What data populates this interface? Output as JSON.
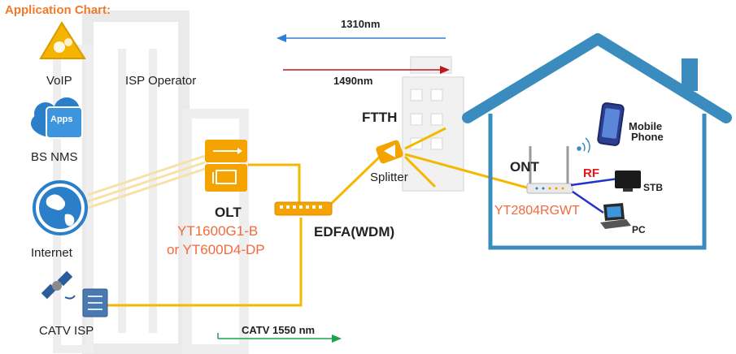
{
  "title": "Application Chart:",
  "left_sources": {
    "voip": "VoIP",
    "isp_operator": "ISP Operator",
    "apps_badge": "Apps",
    "bs_nms": "BS NMS",
    "internet": "Internet",
    "catv_isp": "CATV ISP"
  },
  "olt": {
    "label": "OLT",
    "model_1": "YT1600G1-B",
    "model_2": "or YT600D4-DP"
  },
  "edfa": {
    "label": "EDFA(WDM)"
  },
  "ftth": {
    "label": "FTTH",
    "splitter": "Splitter"
  },
  "wavelengths": {
    "upstream": "1310nm",
    "downstream": "1490nm",
    "catv": "CATV  1550 nm"
  },
  "home": {
    "ont": "ONT",
    "ont_model": "YT2804RGWT",
    "rf": "RF",
    "mobile_1": "Mobile",
    "mobile_2": "Phone",
    "stb": "STB",
    "pc": "PC"
  },
  "colors": {
    "accent_orange": "#f07a2a",
    "fiber_yellow": "#f5b800",
    "house_blue": "#3a8cbf",
    "upstream_blue": "#2e7fd6",
    "downstream_red": "#c2161e",
    "catv_green": "#1aa34a",
    "model_red": "#f26a3c"
  }
}
